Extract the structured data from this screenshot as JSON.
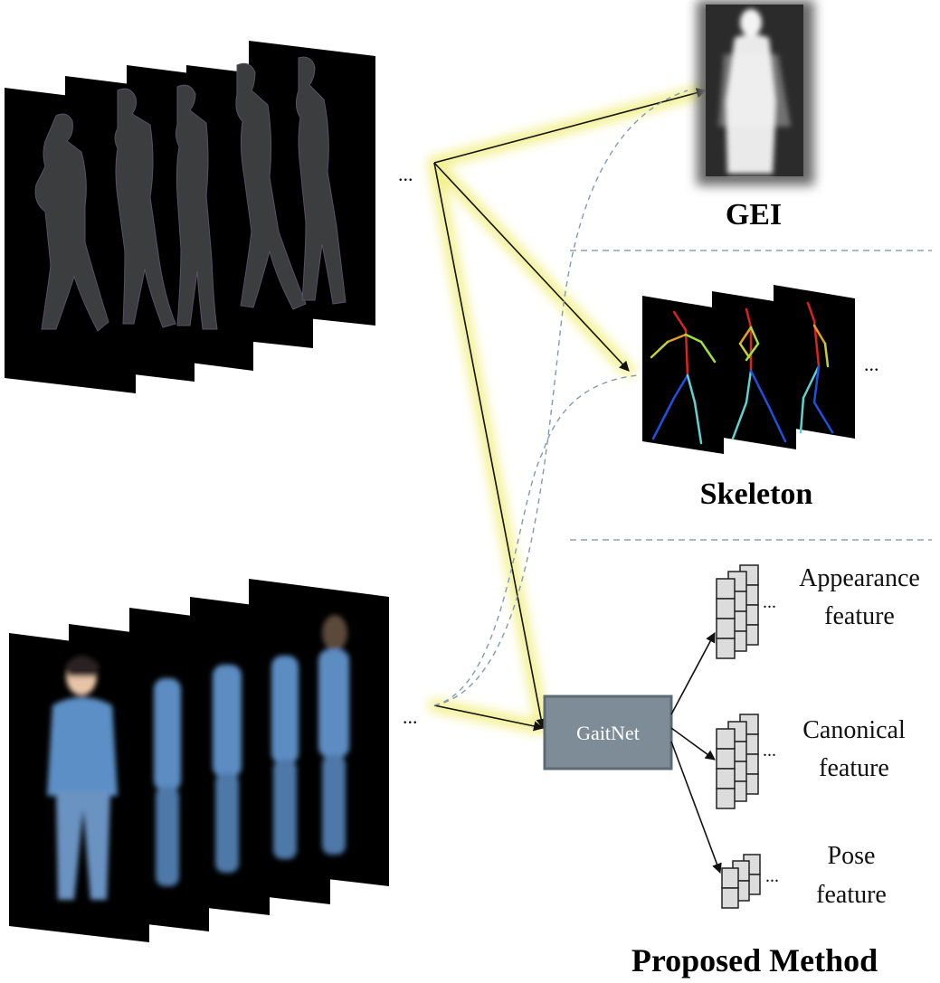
{
  "sections": {
    "gei": "GEI",
    "skeleton": "Skeleton",
    "proposed": "Proposed Method"
  },
  "network_label": "GaitNet",
  "features": [
    {
      "line1": "Appearance",
      "line2": "feature"
    },
    {
      "line1": "Canonical",
      "line2": "feature"
    },
    {
      "line1": "Pose",
      "line2": "feature"
    }
  ],
  "ellipsis": "...",
  "colors": {
    "highlight": "#f3f08a",
    "frame": "#000000",
    "gaitnet_box": "#7d8c96",
    "dashed": "#7f9bb0",
    "block": "#dcdcdc"
  }
}
